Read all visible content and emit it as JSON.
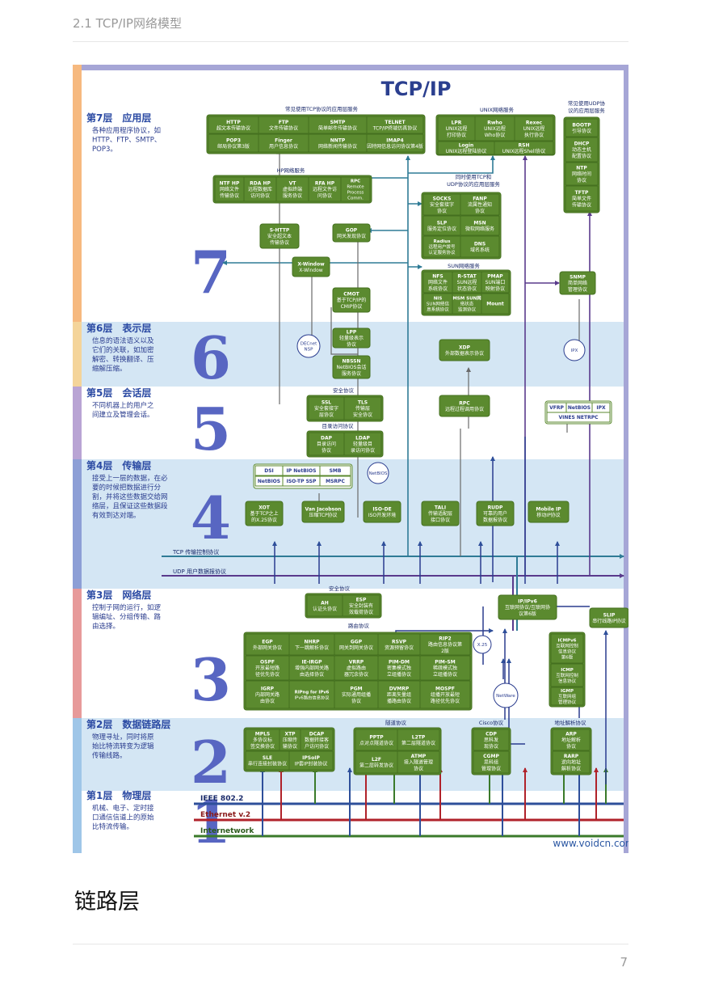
{
  "page": {
    "header": "2.1 TCP/IP网络模型",
    "section_title": "链路层",
    "page_number": "7"
  },
  "figure": {
    "title": "TCP/IP",
    "watermark": "www.voidcn.com",
    "colors": {
      "green": "#5b8a2f",
      "green_border": "#44701f",
      "layer_title": "#2b4aa3",
      "app_bg": "#ffffff",
      "band_blue": "#d4e6f4",
      "band_white": "#ffffff",
      "teal": "#2f7b96",
      "purple": "#5a3a8c",
      "blue": "#2e4f9a",
      "red": "#b0222a",
      "green_line": "#3a7a2a"
    },
    "layers": [
      {
        "name": "第7层　应用层",
        "desc": [
          "各种应用程序协议，如",
          "HTTP、FTP、SMTP、",
          "POP3。"
        ],
        "digit": "7"
      },
      {
        "name": "第6层　表示层",
        "desc": [
          "信息的语法语义以及",
          "它们的关联，如加密",
          "解密、转换翻译、压",
          "缩解压缩。"
        ],
        "digit": "6"
      },
      {
        "name": "第5层　会话层",
        "desc": [
          "不同机器上的用户之",
          "间建立及管理会话。"
        ],
        "digit": "5"
      },
      {
        "name": "第4层　传输层",
        "desc": [
          "接受上一层的数据，在必",
          "要的时候把数据进行分",
          "割，并将这些数据交给网",
          "络层，且保证这些数据段",
          "有效到达对端。"
        ],
        "digit": "4"
      },
      {
        "name": "第3层　网络层",
        "desc": [
          "控制子网的运行，如逻",
          "辑编址、分组传输、路",
          "由选择。"
        ],
        "digit": "3"
      },
      {
        "name": "第2层　数据链路层",
        "desc": [
          "物理寻址，同时将原",
          "始比特流转变为逻辑",
          "传输线路。"
        ],
        "digit": "2"
      },
      {
        "name": "第1层　物理层",
        "desc": [
          "机械、电子、定时接",
          "口通信信道上的原始",
          "比特流传输。"
        ],
        "digit": "1"
      }
    ],
    "captions": {
      "tcp_app": "常见使用TCP协议的应用层服务",
      "unix": "UNIX网络服务",
      "udp_app": [
        "常见使用UDP协",
        "议的应用层服务"
      ],
      "hp": "HP网络服务",
      "both": [
        "同时使用TCP和",
        "UDP协议的应用层服务"
      ],
      "sun": "SUN网络服务",
      "security5": "安全协议",
      "dir": "目录访问协议",
      "tcp_line": "TCP 传输控制协议",
      "udp_line": "UDP 用户数据报协议",
      "security3": "安全协议",
      "routing": "路由协议",
      "tunnel": "隧道协议",
      "cisco": "Cisco协议",
      "addr": "地址解析协议",
      "ieee": "IEEE 802.2",
      "ethernet": "Ethernet v.2",
      "internetwork": "Internetwork"
    },
    "boxes": {
      "http": [
        "HTTP",
        "超文本传输协议"
      ],
      "ftp": [
        "FTP",
        "文件传输协议"
      ],
      "smtp": [
        "SMTP",
        "简单邮件传输协议"
      ],
      "telnet": [
        "TELNET",
        "TCP/IP终端仿真协议"
      ],
      "pop3": [
        "POP3",
        "邮局协议第3版"
      ],
      "finger": [
        "Finger",
        "用户信息协议"
      ],
      "nntp": [
        "NNTP",
        "网络新闻传输协议"
      ],
      "imap4": [
        "IMAP4",
        "因特网信息访问协议第4版"
      ],
      "lpr": [
        "LPR",
        "UNIX远程",
        "打印协议"
      ],
      "rwho": [
        "Rwho",
        "UNIX远程",
        "Who协议"
      ],
      "rexec": [
        "Rexec",
        "UNIX远程",
        "执行协议"
      ],
      "login": [
        "Login",
        "UNIX远程登陆协议"
      ],
      "rsh": [
        "RSH",
        "UNIX远程Shell协议"
      ],
      "bootp": [
        "BOOTP",
        "引导协议"
      ],
      "dhcp": [
        "DHCP",
        "动态主机",
        "配置协议"
      ],
      "ntp": [
        "NTP",
        "网络时间",
        "协议"
      ],
      "tftp": [
        "TFTP",
        "简单文件",
        "传输协议"
      ],
      "ntf": [
        "NTF HP",
        "网络文件",
        "传输协议"
      ],
      "rda": [
        "RDA HP",
        "远程数据库",
        "访问协议"
      ],
      "vt": [
        "VT",
        "虚拟终端",
        "服务协议"
      ],
      "rfa": [
        "RFA HP",
        "远程文件访",
        "问协议"
      ],
      "rpc_hp": [
        "RPC",
        "Remote",
        "Process",
        "Comm."
      ],
      "socks": [
        "SOCKS",
        "安全套接字",
        "协议"
      ],
      "fanp": [
        "FANP",
        "流属性通知",
        "协议"
      ],
      "slp": [
        "SLP",
        "服务定位协议"
      ],
      "msn": [
        "MSN",
        "微软网络服务"
      ],
      "radius": [
        "Radius",
        "远程用户拨号",
        "认证服务协议"
      ],
      "dns": [
        "DNS",
        "域名系统"
      ],
      "shttp": [
        "S-HTTP",
        "安全超文本",
        "传输协议"
      ],
      "gop": [
        "GOP",
        "网关发现协议"
      ],
      "xwin": [
        "X-Window",
        "X-Window"
      ],
      "cmot": [
        "CMOT",
        "基于TCP/IP的",
        "CMIP协议"
      ],
      "nfs": [
        "NFS",
        "网络文件",
        "系统协议"
      ],
      "rstat": [
        "R-STAT",
        "SUN远程",
        "状态协议"
      ],
      "pmap": [
        "PMAP",
        "SUN端口",
        "映射协议"
      ],
      "nis": [
        "NIS",
        "SUN网络信",
        "息系统协议"
      ],
      "msm": [
        "MSM SUN网",
        "络状态",
        "监测协议"
      ],
      "mount": [
        "Mount"
      ],
      "snmp": [
        "SNMP",
        "简单网络",
        "管理协议"
      ],
      "lpp": [
        "LPP",
        "轻量级表示",
        "协议"
      ],
      "decnet": [
        "DECnet",
        "NSP"
      ],
      "nbssn": [
        "NBSSN",
        "NetBIOS会话",
        "服务协议"
      ],
      "xdp": [
        "XDP",
        "外部数据表示协议"
      ],
      "ipx6": [
        "IPX"
      ],
      "ssl": [
        "SSL",
        "安全套接字",
        "层协议"
      ],
      "tls": [
        "TLS",
        "传输层",
        "安全协议"
      ],
      "rpc": [
        "RPC",
        "远程过程调用协议"
      ],
      "dap": [
        "DAP",
        "目录访问",
        "协议"
      ],
      "ldap": [
        "LDAP",
        "轻量级目",
        "录访问协议"
      ],
      "vfrp": [
        "VFRP"
      ],
      "netbios5": [
        "NetBIOS"
      ],
      "ipx5": [
        "IPX"
      ],
      "vines": [
        "VINES NETRPC"
      ],
      "dsi": [
        "DSI"
      ],
      "ipnetbios": [
        "IP NetBIOS"
      ],
      "smb": [
        "SMB"
      ],
      "netbios4": [
        "NetBIOS"
      ],
      "isotpssp": [
        "ISO-TP SSP"
      ],
      "msrpc": [
        "MSRPC"
      ],
      "netbios_c": [
        "NetBIOS"
      ],
      "xot": [
        "XOT",
        "基于TCP之上",
        "的X.25协议"
      ],
      "vanj": [
        "Van Jacobson",
        "压缩TCP协议"
      ],
      "isode": [
        "ISO-DE",
        "ISO开发环境"
      ],
      "tali": [
        "TALI",
        "传输适配层",
        "接口协议"
      ],
      "rudp": [
        "RUDP",
        "可靠的用户",
        "数据报协议"
      ],
      "mobileip": [
        "Mobile IP",
        "移动IP协议"
      ],
      "ah": [
        "AH",
        "认证头协议"
      ],
      "esp": [
        "ESP",
        "安全封装有",
        "效载荷协议"
      ],
      "ipv6": [
        "IP/IPv6",
        "互联网协议/互联网协",
        "议第6版"
      ],
      "x25": [
        "X.25"
      ],
      "slip": [
        "SLIP",
        "串行线路IP协议"
      ],
      "egp": [
        "EGP",
        "外部网关协议"
      ],
      "nhrp": [
        "NHRP",
        "下一跳解析协议"
      ],
      "ggp": [
        "GGP",
        "网关到网关协议"
      ],
      "rsvp": [
        "RSVP",
        "资源预留协议"
      ],
      "rip2": [
        "RIP2",
        "路由信息协议第",
        "2版"
      ],
      "ospf": [
        "OSPF",
        "开放最短路",
        "径优先协议"
      ],
      "eigrp": [
        "IE-IRGP",
        "增强内部网关路",
        "由选择协议"
      ],
      "vrrp": [
        "VRRP",
        "虚拟路由",
        "器冗余协议"
      ],
      "pimdm": [
        "PIM-DM",
        "密集模式独",
        "立组播协议"
      ],
      "pimsm": [
        "PIM-SM",
        "稀疏模式独",
        "立组播协议"
      ],
      "igrp": [
        "IGRP",
        "内部网关路",
        "由协议"
      ],
      "ripng": [
        "RIPng for IPv6",
        "IPv6路由信息协议"
      ],
      "pgm": [
        "PGM",
        "实际通用组播",
        "协议"
      ],
      "dvmrp": [
        "DVMRP",
        "距离矢量组",
        "播路由协议"
      ],
      "mospf": [
        "MOSPF",
        "组播开放最短",
        "路径优先协议"
      ],
      "icmpv6": [
        "ICMPv6",
        "互联网控制",
        "信息协议",
        "第6版"
      ],
      "icmp": [
        "ICMP",
        "互联网控制",
        "信息协议"
      ],
      "igmp": [
        "IGMP",
        "互联网组",
        "管理协议"
      ],
      "netware": [
        "NetWare"
      ],
      "mpls": [
        "MPLS",
        "多协议标",
        "签交换协议"
      ],
      "xtp": [
        "XTP",
        "压缩传",
        "输协议"
      ],
      "dcap": [
        "DCAP",
        "数据转接客",
        "户访问协议"
      ],
      "sle": [
        "SLE",
        "串行连接封装协议"
      ],
      "ipsoip": [
        "IPSoIP",
        "IP套IP封装协议"
      ],
      "pptp": [
        "PPTP",
        "点对点隧道协议"
      ],
      "l2tp": [
        "L2TP",
        "第二层隧道协议"
      ],
      "l2f": [
        "L2F",
        "第二层转发协议"
      ],
      "atmp": [
        "ATMP",
        "接入隧道管理",
        "协议"
      ],
      "cdp": [
        "CDP",
        "思科发",
        "现协议"
      ],
      "cgmp": [
        "CGMP",
        "思科组",
        "管理协议"
      ],
      "arp": [
        "ARP",
        "地址解析",
        "协议"
      ],
      "rarp": [
        "RARP",
        "逆向地址",
        "解析协议"
      ]
    }
  }
}
